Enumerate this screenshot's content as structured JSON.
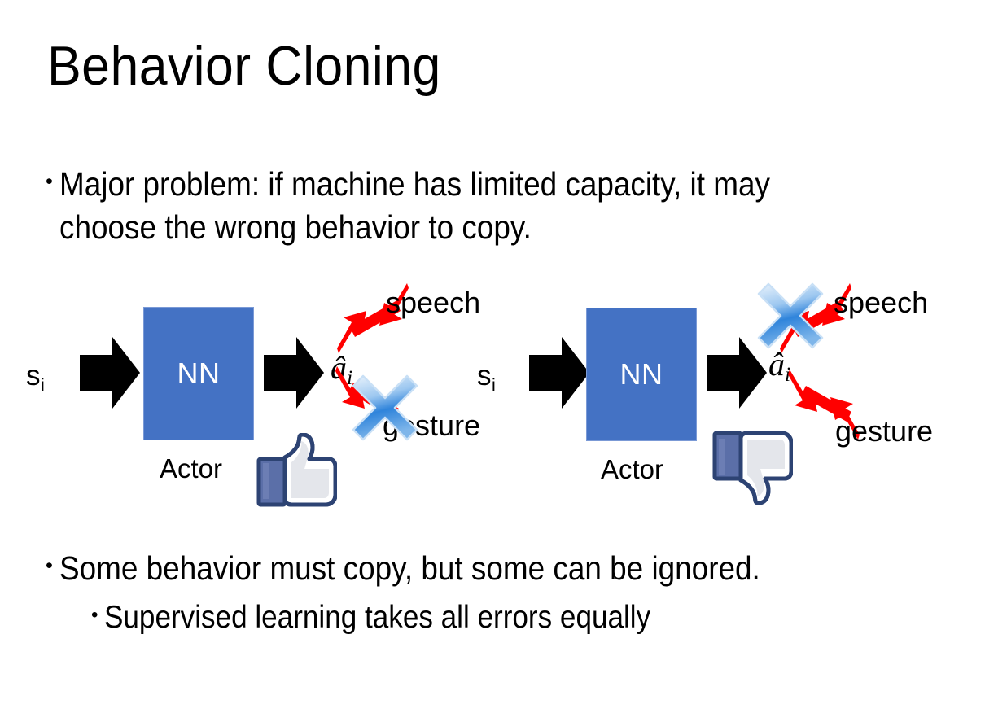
{
  "slide": {
    "title": "Behavior Cloning",
    "background_color": "#FFFFFF"
  },
  "bullets": [
    {
      "marker": "•",
      "text": "Major problem: if machine has limited capacity, it may choose the wrong behavior to copy.",
      "level": 1
    },
    {
      "marker": "•",
      "text": "Some behavior must copy, but some can be ignored.",
      "level": 1
    },
    {
      "marker": "•",
      "text": "Supervised learning takes all errors equally",
      "level": 2
    }
  ],
  "diagrams": {
    "left": {
      "state_label": "s",
      "state_subscript": "i",
      "nn_label": "NN",
      "model_caption": "Actor",
      "action_symbol": "â",
      "action_subscript": "i",
      "branch_top_label": "speech",
      "branch_bottom_label": "gesture",
      "crossed_branch": "gesture",
      "feedback_icon": "thumbs-up-icon",
      "feedback_sentiment": "positive"
    },
    "right": {
      "state_label": "s",
      "state_subscript": "i",
      "nn_label": "NN",
      "model_caption": "Actor",
      "action_symbol": "â",
      "action_subscript": "i",
      "branch_top_label": "speech",
      "branch_bottom_label": "gesture",
      "crossed_branch": "speech",
      "feedback_icon": "thumbs-down-icon",
      "feedback_sentiment": "negative"
    }
  },
  "colors": {
    "nn_box_fill": "#4472C4",
    "nn_box_border": "#7B9AD6",
    "nn_text": "#FFFFFF",
    "arrow_black": "#000000",
    "arrow_red": "#FF0000",
    "x_mark_blue": "#3E8EDE",
    "x_mark_light": "#D6E7F8",
    "thumb_outline": "#3B5998",
    "thumb_cuff": "#5B6FA8",
    "text_black": "#000000"
  }
}
